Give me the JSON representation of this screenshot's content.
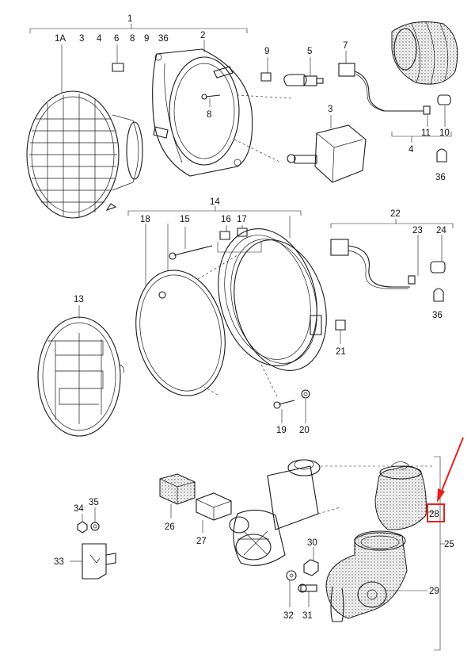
{
  "callouts": {
    "c1": "1",
    "c1A": "1A",
    "c3a": "3",
    "c4a": "4",
    "c6a": "6",
    "c8a": "8",
    "c9a": "9",
    "c36a": "36",
    "c2": "2",
    "c9b": "9",
    "c5": "5",
    "c7": "7",
    "c8b": "8",
    "c3b": "3",
    "c11": "11",
    "c10": "10",
    "c4b": "4",
    "c36b": "36",
    "c14": "14",
    "c18": "18",
    "c15": "15",
    "c16": "16",
    "c17": "17",
    "c22": "22",
    "c23": "23",
    "c24": "24",
    "c36c": "36",
    "c13": "13",
    "c21": "21",
    "c19": "19",
    "c20": "20",
    "c34": "34",
    "c35": "35",
    "c33": "33",
    "c26": "26",
    "c27": "27",
    "c30": "30",
    "c32": "32",
    "c31": "31",
    "c29": "29",
    "c28": "28",
    "c25": "25"
  },
  "colors": {
    "highlight": "#e8211c",
    "ink": "#1a1a1a"
  }
}
